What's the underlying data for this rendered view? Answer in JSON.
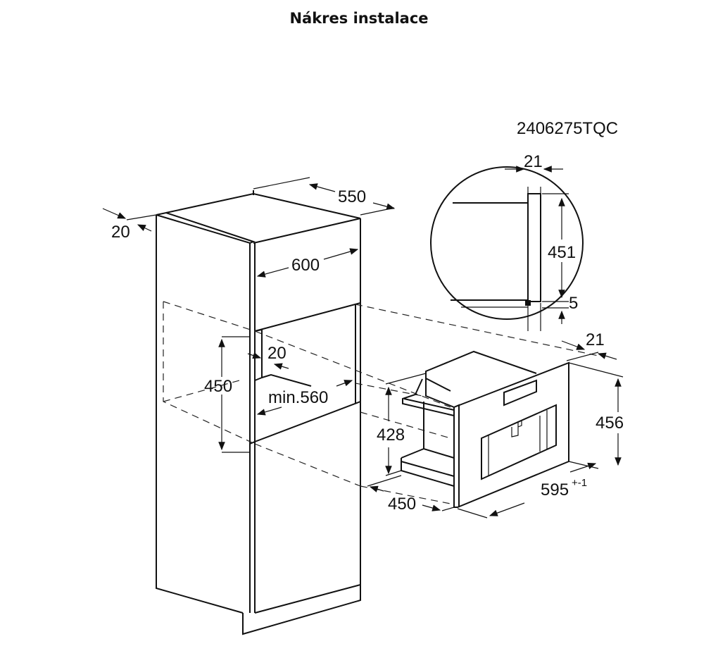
{
  "title": "Nákres instalace",
  "diagram": {
    "model_code": "2406275TQC",
    "dimensions": {
      "cabinet_side_offset": "20",
      "cabinet_depth": "550",
      "cabinet_width": "600",
      "niche_height": "450",
      "niche_inset": "20",
      "niche_width": "min.560",
      "appliance_body_height": "428",
      "appliance_depth": "450",
      "appliance_front_height": "456",
      "appliance_width": "595",
      "appliance_width_tolerance": "+-1",
      "appliance_front_thickness": "21",
      "detail_panel_thickness": "21",
      "detail_height": "451",
      "detail_gap": "5"
    }
  }
}
